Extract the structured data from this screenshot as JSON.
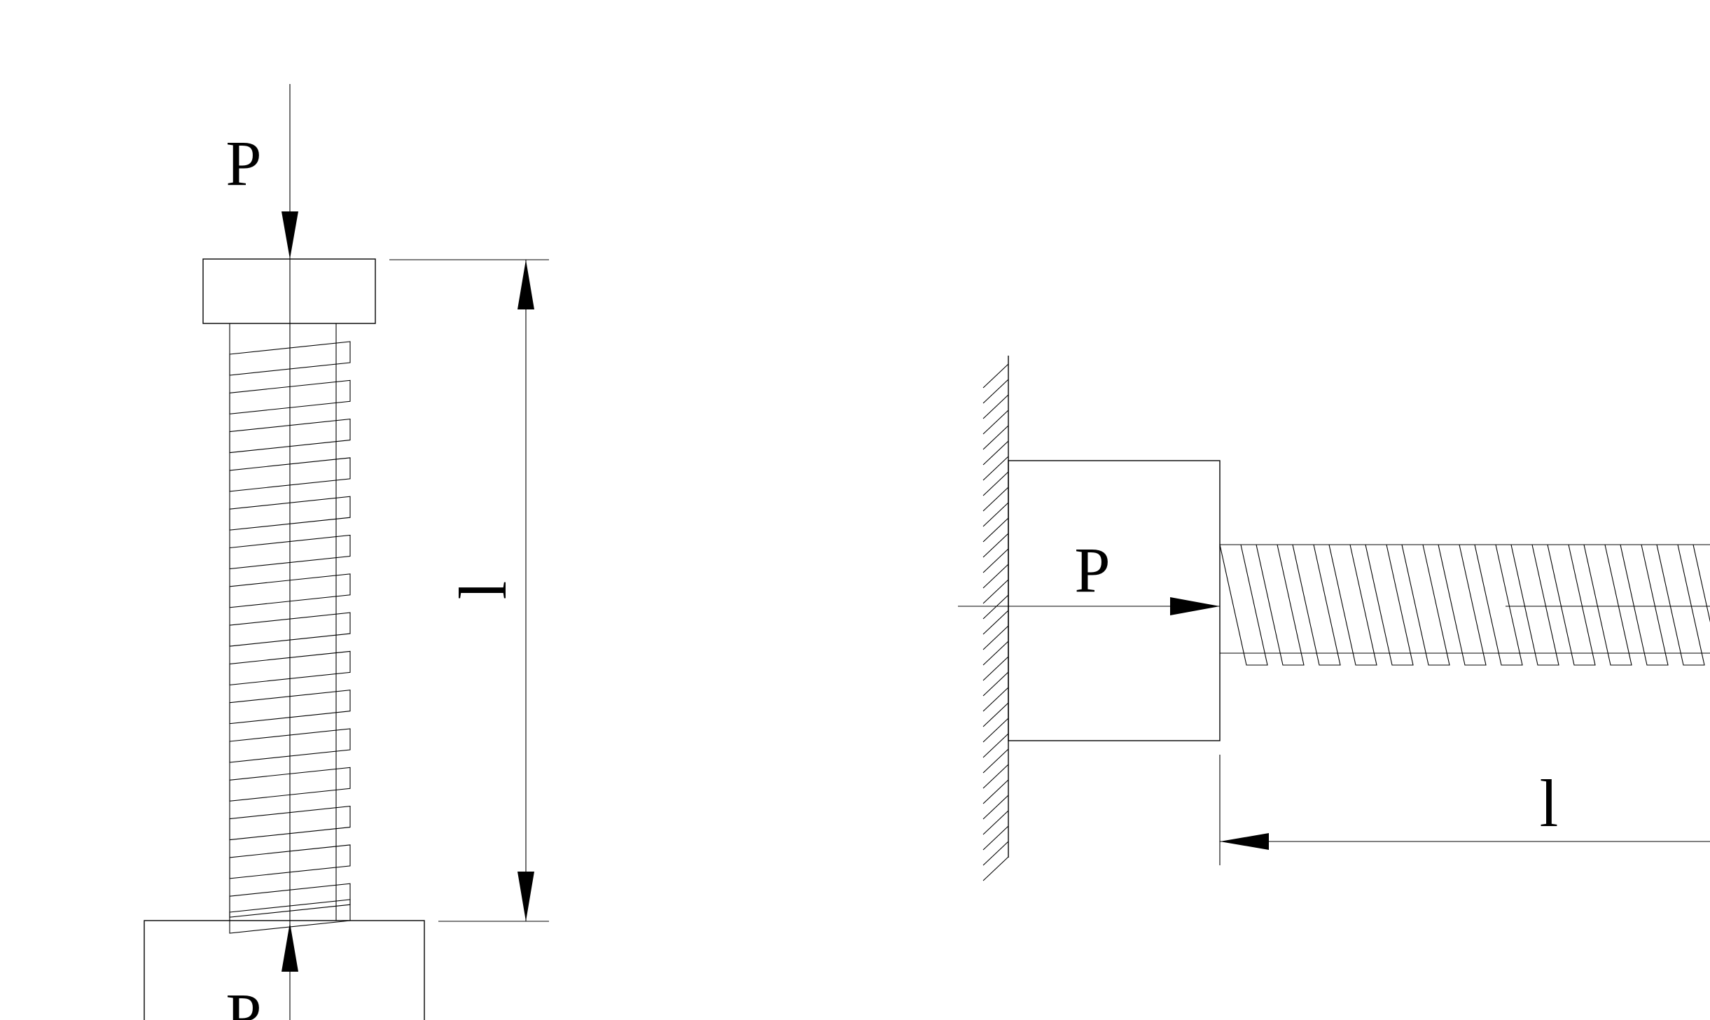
{
  "figure": {
    "left": {
      "load_top_label": "P",
      "load_bottom_label": "P",
      "length_label": "l"
    },
    "right": {
      "load_label": "P",
      "length_label": "l"
    }
  },
  "colors": {
    "ink": "#000000",
    "background": "#ffffff"
  }
}
